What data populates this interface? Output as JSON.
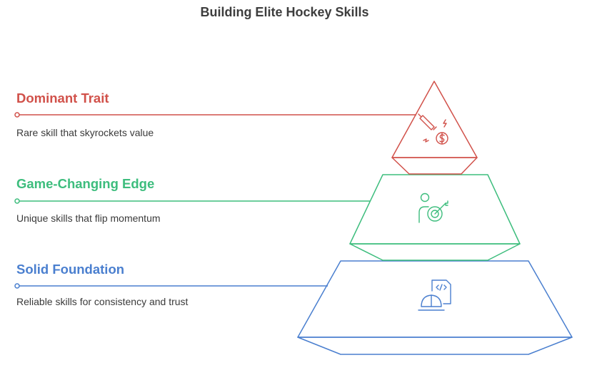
{
  "title": "Building Elite Hockey Skills",
  "levels": [
    {
      "heading": "Dominant Trait",
      "description": "Rare skill that skyrockets value",
      "color": "#d1514a",
      "icon": "bat-and-coin-icon"
    },
    {
      "heading": "Game-Changing Edge",
      "description": "Unique skills that flip momentum",
      "color": "#3dbd7d",
      "icon": "person-target-icon"
    },
    {
      "heading": "Solid Foundation",
      "description": "Reliable skills for consistency and trust",
      "color": "#4a7fcf",
      "icon": "hardhat-code-icon"
    }
  ]
}
